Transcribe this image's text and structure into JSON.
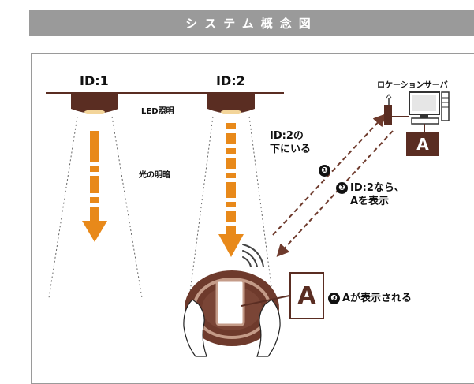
{
  "header": {
    "title": "システム概念図"
  },
  "lights": [
    {
      "id_label": "ID:1"
    },
    {
      "id_label": "ID:2"
    }
  ],
  "labels": {
    "led": "LED照明",
    "light_level": "光の明暗",
    "server": "ロケーションサーバ"
  },
  "steps": [
    {
      "number": "❶",
      "lines": [
        "ID:2の",
        "下にいる"
      ]
    },
    {
      "number": "❷",
      "lines": [
        "ID:2なら、",
        "Aを表示"
      ]
    },
    {
      "number": "❸",
      "lines": [
        "Aが表示される"
      ]
    }
  ],
  "server_screen_letter": "A",
  "callout_letter": "A",
  "colors": {
    "header_bg": "#9a9a9a",
    "arrow": "#e8891a",
    "lamp": "#5a2d22",
    "device": "#6e3a2c",
    "dashed_link": "#6e3a2c",
    "server_box": "#5a2d22"
  }
}
